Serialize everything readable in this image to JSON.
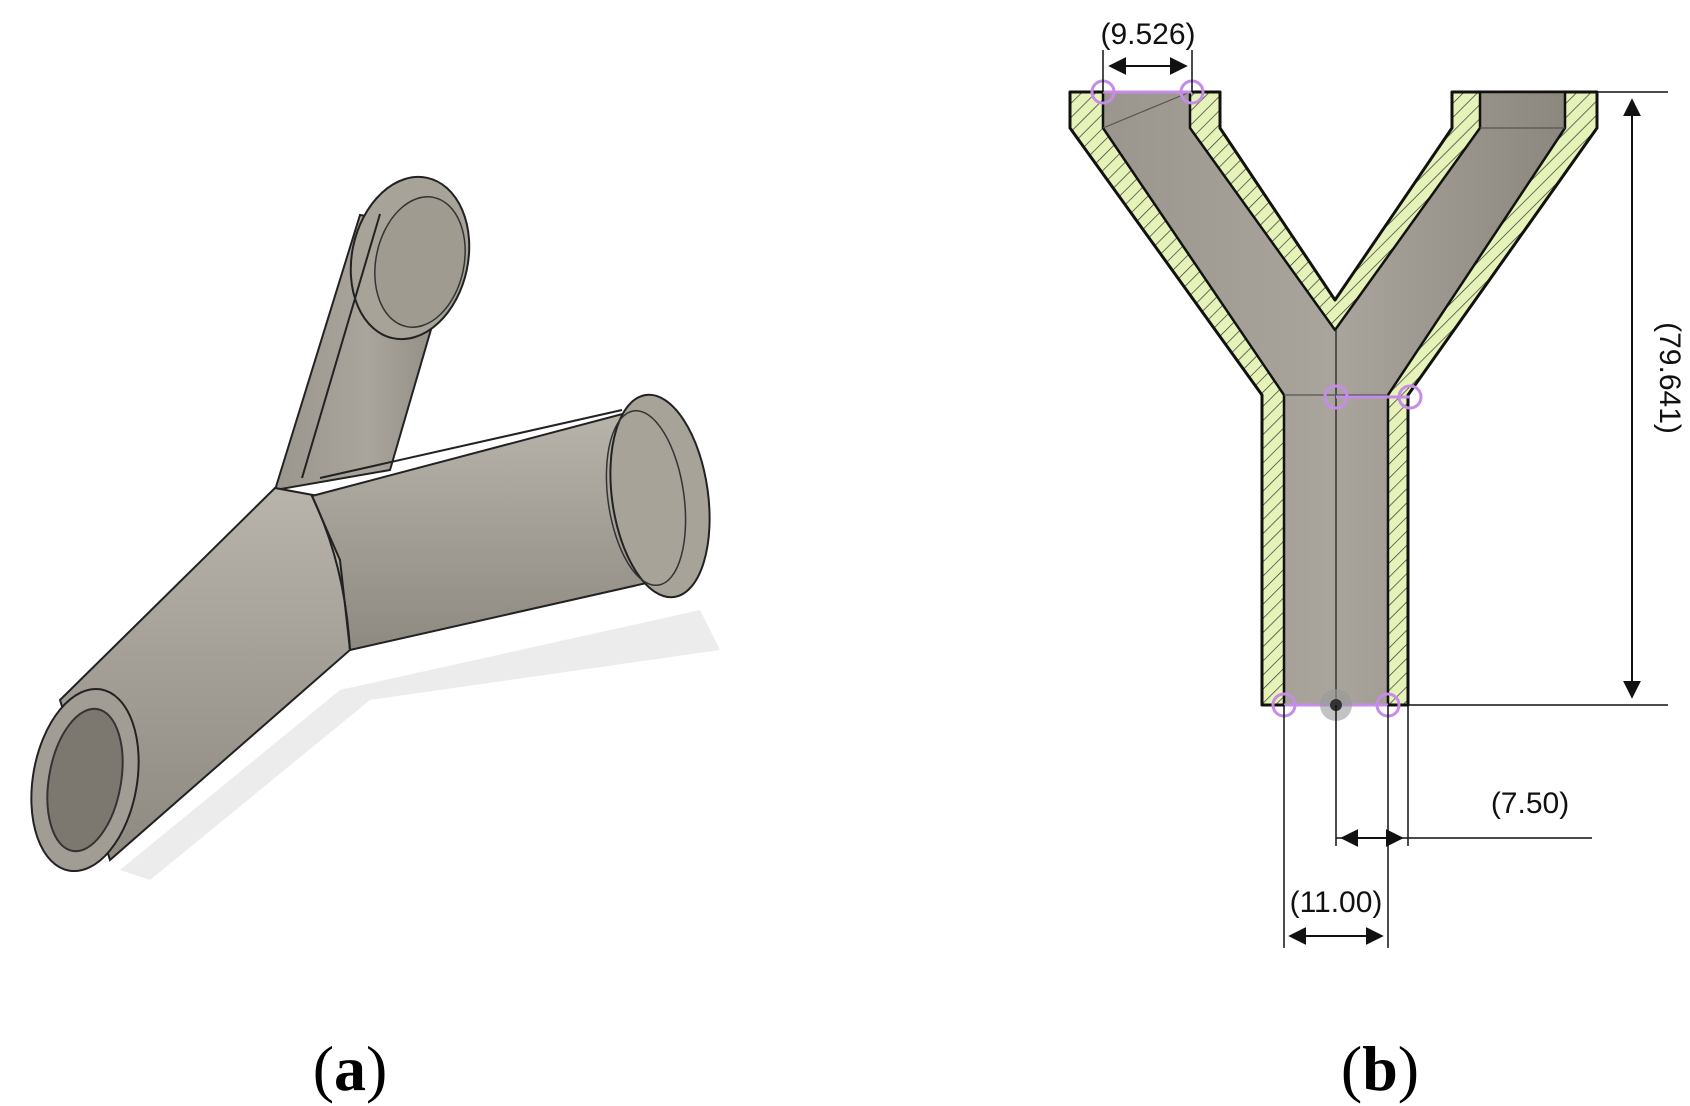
{
  "panels": [
    {
      "id": "a",
      "open": "(",
      "letter": "a",
      "close": ")"
    },
    {
      "id": "b",
      "open": "(",
      "letter": "b",
      "close": ")"
    }
  ],
  "dimensions": {
    "top_width": "(9.526)",
    "height": "(79.641)",
    "outer_diameter": "(11.00)",
    "radius": "(7.50)"
  },
  "colors": {
    "pipe": "#aaa59c",
    "pipe_dark": "#8e897f",
    "hatch": "#e6f3b8",
    "constraint": "#c58ce8"
  }
}
